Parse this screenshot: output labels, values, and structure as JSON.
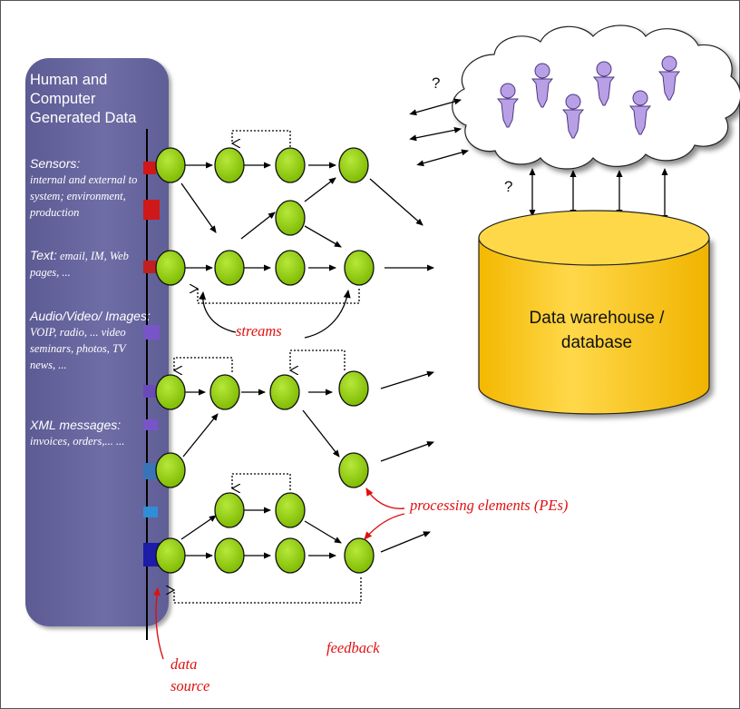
{
  "panel": {
    "title": "Human and Computer Generated Data",
    "sources": [
      {
        "name": "sensors",
        "head": "Sensors:",
        "body": "internal and external to system; environment, production"
      },
      {
        "name": "text",
        "head": "Text:",
        "body": "email, IM, Web pages, ..."
      },
      {
        "name": "audio-video",
        "head": "Audio/Video/ Images:",
        "body": "VOIP, radio, ... video seminars, photos, TV news, ..."
      },
      {
        "name": "xml",
        "head": "XML messages:",
        "body": "invoices, orders,... ..."
      }
    ]
  },
  "labels": {
    "streams": "streams",
    "processing_elements": "processing elements (PEs)",
    "feedback": "feedback",
    "data_source_line1": "data",
    "data_source_line2": "source",
    "warehouse": "Data warehouse / database",
    "question_1": "?",
    "question_2": "?"
  },
  "colors": {
    "panel": "#6a69a3",
    "node_fill": "#8cc700",
    "cylinder": "#ffd22e",
    "cloud": "#ffffff",
    "person": "#b9a0e6",
    "annotation": "#e01010",
    "connector_red": "#d01818",
    "connector_purple": "#7755c8",
    "connector_blue": "#3a73b8",
    "connector_navy": "#1c1ca8"
  }
}
